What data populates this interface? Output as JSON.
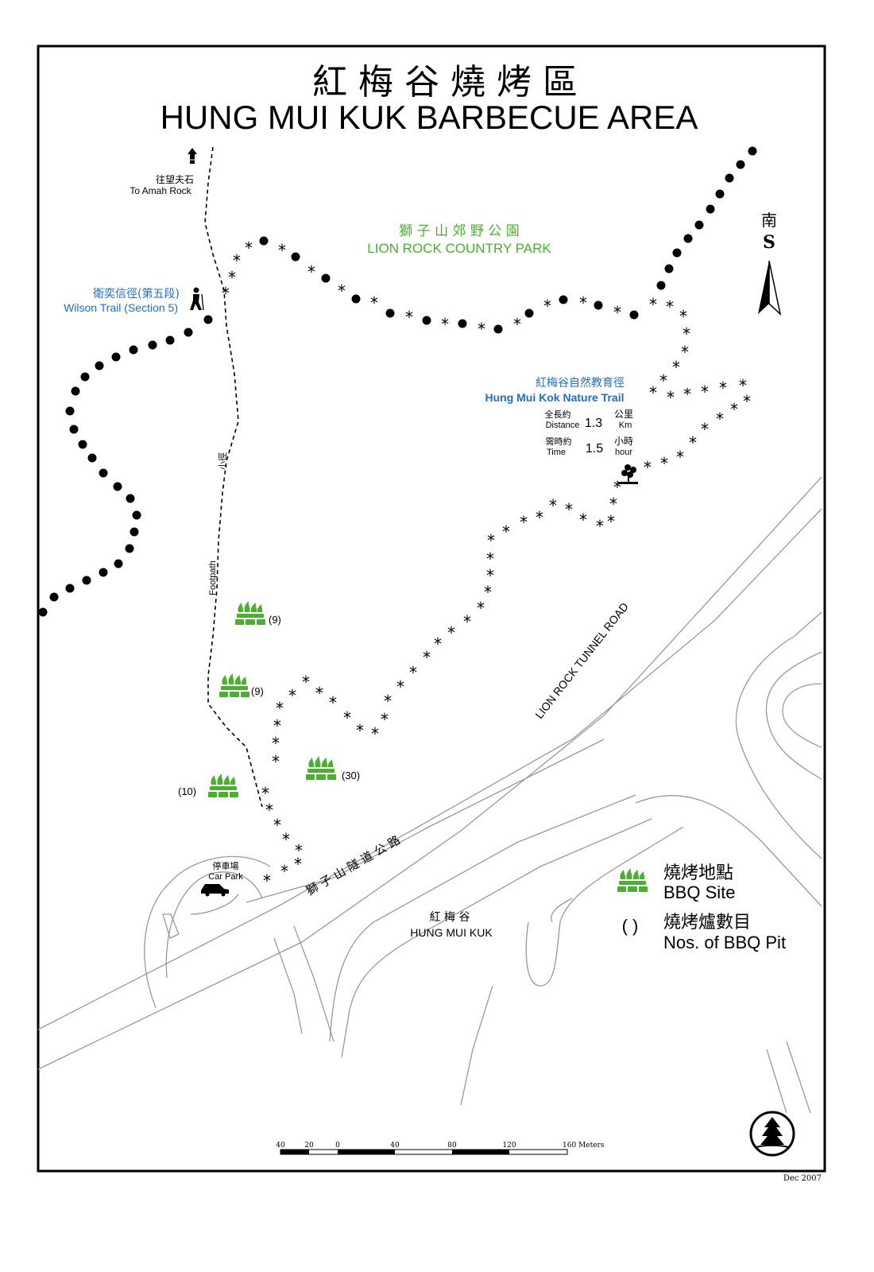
{
  "title": {
    "zh": "紅 梅 谷 燒 烤 區",
    "en": "HUNG MUI KUK BARBECUE AREA"
  },
  "park": {
    "zh": "獅 子 山 郊 野 公 園",
    "en": "LION ROCK COUNTRY PARK",
    "color": "#4cae32"
  },
  "amah_rock": {
    "zh": "往望夫石",
    "en": "To Amah Rock"
  },
  "wilson_trail": {
    "zh": "衛奕信徑(第五段)",
    "en": "Wilson Trail (Section 5)",
    "color": "#1f6fc6"
  },
  "nature_trail": {
    "zh": "紅梅谷自然教育徑",
    "en": "Hung Mui Kok Nature Trail",
    "distance_zh": "全長約",
    "distance_en": "Distance",
    "distance_value": "1.3",
    "distance_unit_zh": "公里",
    "distance_unit_en": "Km",
    "time_zh": "需時約",
    "time_en": "Time",
    "time_value": "1.5",
    "time_unit_zh": "小時",
    "time_unit_en": "hour"
  },
  "footpath": {
    "zh": "小徑",
    "en": "Footpath"
  },
  "north": {
    "zh": "南",
    "en": "S"
  },
  "road": {
    "en": "LION ROCK TUNNEL ROAD",
    "zh": "獅 子 山 隧 道 公 路"
  },
  "place": {
    "zh": "紅 梅 谷",
    "en": "HUNG  MUI  KUK"
  },
  "car_park": {
    "zh": "停車場",
    "en": "Car Park"
  },
  "bbq_sites": [
    {
      "pits": "(9)"
    },
    {
      "pits": "(9)"
    },
    {
      "pits": "(10)"
    },
    {
      "pits": "(30)"
    }
  ],
  "legend": {
    "bbq_zh": "燒烤地點",
    "bbq_en": "BBQ Site",
    "pits_symbol": "(   )",
    "pits_zh": "燒烤爐數目",
    "pits_en": "Nos. of BBQ Pit"
  },
  "scale": {
    "labels": [
      "40",
      "20",
      "0",
      "40",
      "80",
      "120",
      "160 Meters"
    ]
  },
  "date": "Dec 2007",
  "colors": {
    "green": "#4cae32",
    "blue": "#1f6fc6",
    "road": "#999999"
  }
}
